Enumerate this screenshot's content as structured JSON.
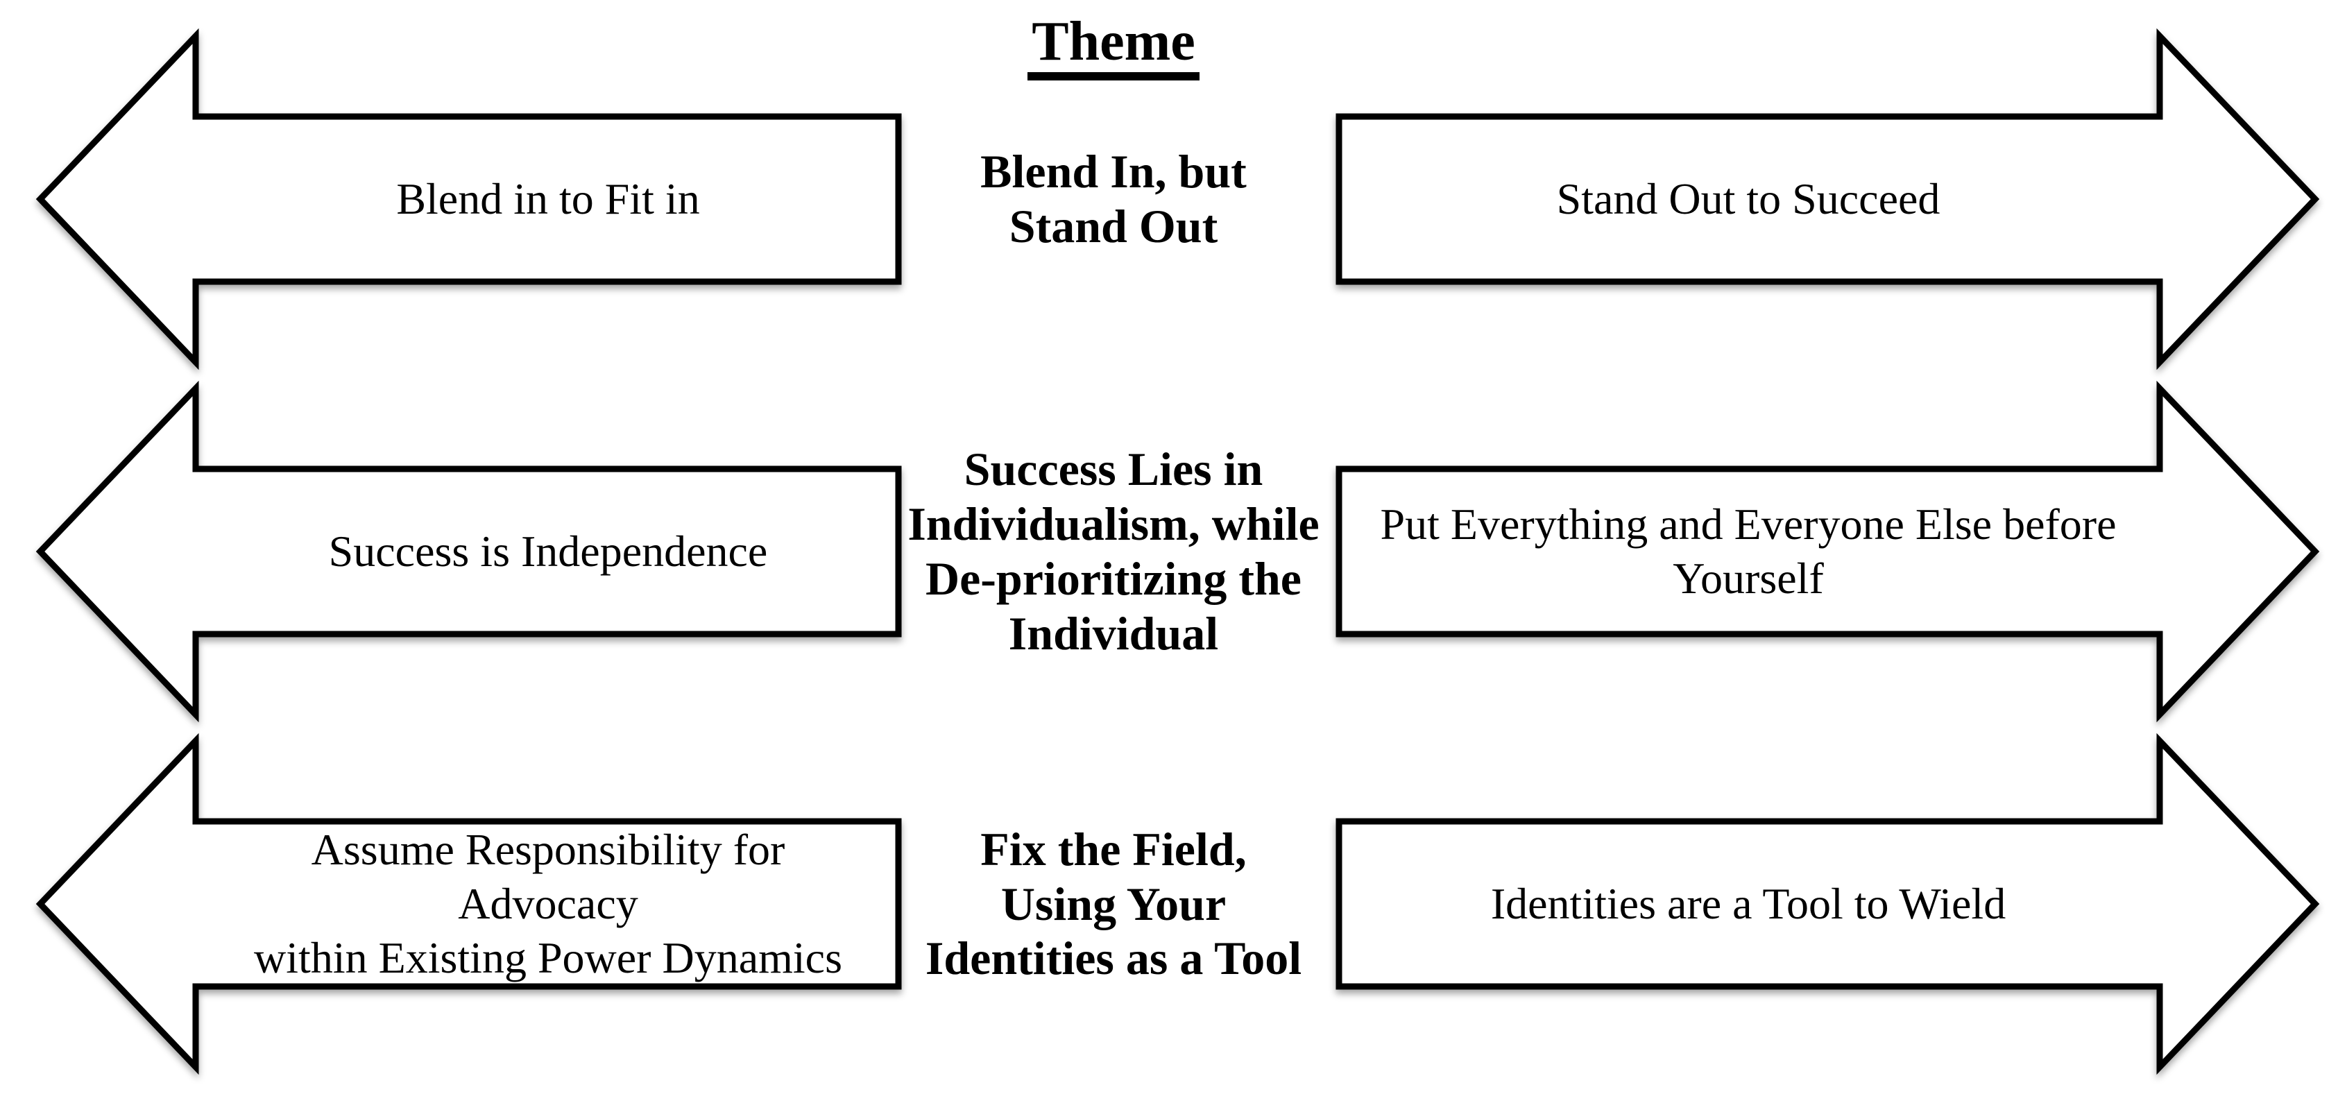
{
  "title": "Theme",
  "colors": {
    "ink": "#000000",
    "paper": "#ffffff"
  },
  "rows": [
    {
      "theme_lines": [
        "Blend In, but",
        "Stand Out"
      ],
      "left_lines": [
        "Blend in to Fit in"
      ],
      "right_lines": [
        "Stand Out to Succeed"
      ]
    },
    {
      "theme_lines": [
        "Success Lies in",
        "Individualism, while",
        "De-prioritizing the",
        "Individual"
      ],
      "left_lines": [
        "Success is Independence"
      ],
      "right_lines": [
        "Put Everything and Everyone Else before",
        "Yourself"
      ]
    },
    {
      "theme_lines": [
        "Fix the Field,",
        "Using Your",
        "Identities as a Tool"
      ],
      "left_lines": [
        "Assume Responsibility for Advocacy",
        "within Existing Power Dynamics"
      ],
      "right_lines": [
        "Identities are a Tool to Wield"
      ]
    }
  ]
}
